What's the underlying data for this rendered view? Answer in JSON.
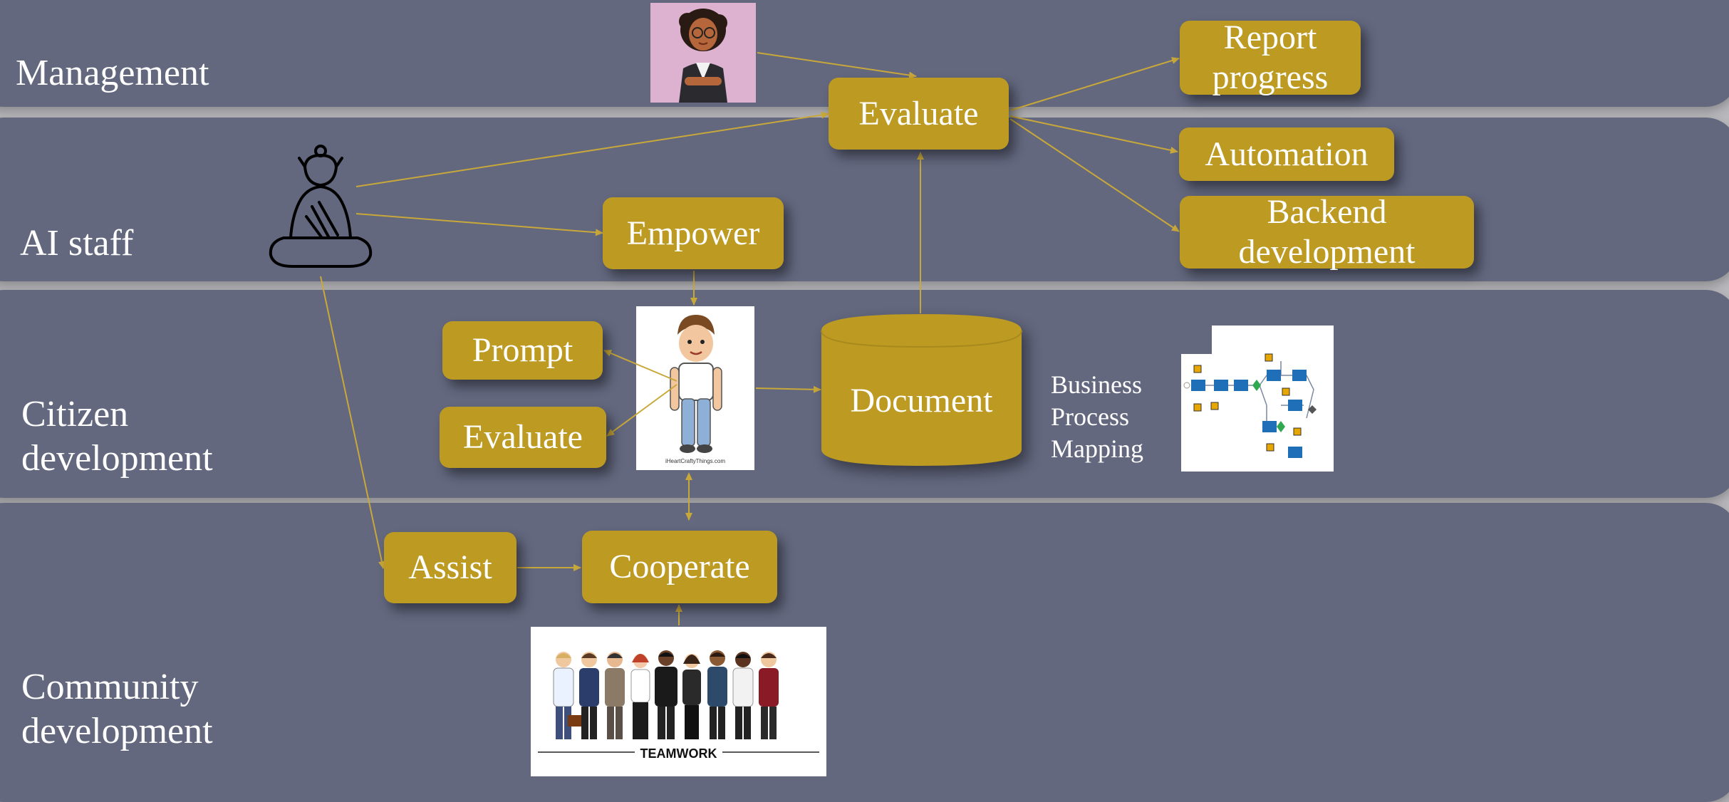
{
  "lanes": {
    "management": "Management",
    "ai_staff": "AI staff",
    "citizen": "Citizen\ndevelopment",
    "community": "Community\ndevelopment"
  },
  "boxes": {
    "evaluate_top": "Evaluate",
    "report_progress": "Report\nprogress",
    "automation": "Automation",
    "backend_development": "Backend\ndevelopment",
    "empower": "Empower",
    "prompt": "Prompt",
    "evaluate_left": "Evaluate",
    "document": "Document",
    "assist": "Assist",
    "cooperate": "Cooperate"
  },
  "bpm_label": "Business\nProcess\nMapping",
  "teamwork_caption": "TEAMWORK",
  "citizen_watermark": "iHeartCraftyThings.com",
  "colors": {
    "lane": "#63687f",
    "box": "#bd9a22",
    "arrow": "#c9a83a",
    "accent_bar": "#c8202a"
  }
}
